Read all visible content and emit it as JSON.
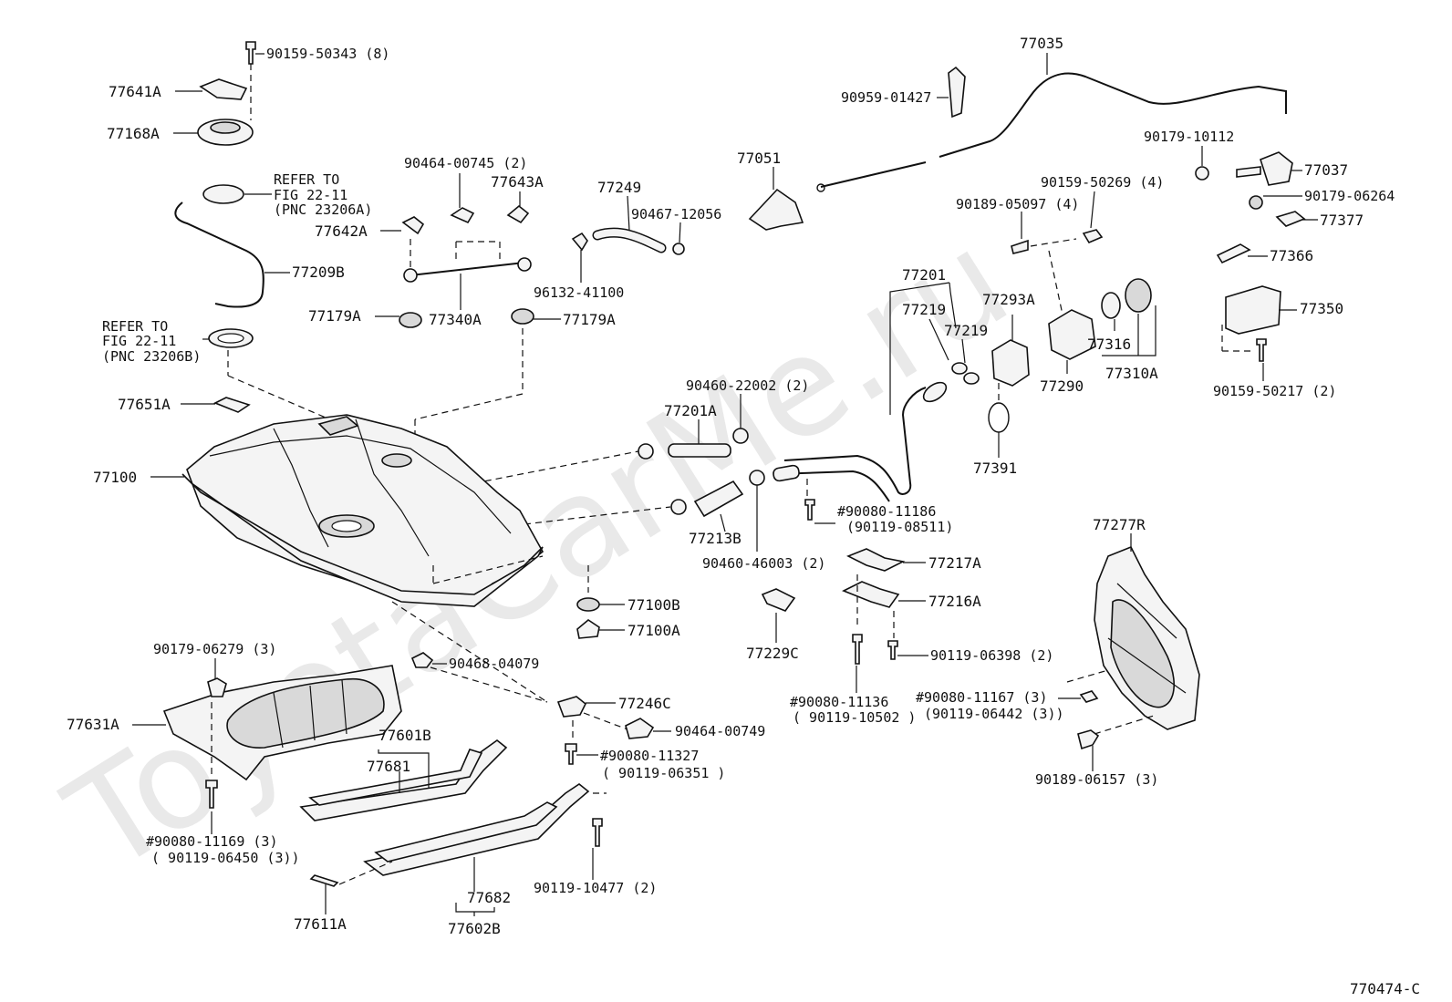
{
  "watermark": "ToyotaCarMe.ru",
  "diagram_code": "770474-C",
  "labels": {
    "p1": "90159-50343 (8)",
    "p2": "77641A",
    "p3": "77168A",
    "p4a": "REFER TO",
    "p4b": "FIG 22-11",
    "p4c": "(PNC 23206A)",
    "p5": "77209B",
    "p6a": "REFER TO",
    "p6b": "FIG 22-11",
    "p6c": "(PNC 23206B)",
    "p7": "77651A",
    "p8": "77100",
    "p9": "90464-00745 (2)",
    "p10": "77643A",
    "p11": "77642A",
    "p12": "77249",
    "p13": "90467-12056",
    "p14": "77051",
    "p15": "96132-41100",
    "p16": "77179A",
    "p17": "77340A",
    "p18": "77179A",
    "p19": "77035",
    "p20": "90959-01427",
    "p21": "90179-10112",
    "p22": "77037",
    "p23": "90179-06264",
    "p24": "77377",
    "p25": "90159-50269 (4)",
    "p26": "90189-05097 (4)",
    "p27": "77366",
    "p28": "77201",
    "p29": "77219",
    "p30": "77219",
    "p31": "77293A",
    "p32": "77290",
    "p33": "77316",
    "p34": "77310A",
    "p35": "77350",
    "p36": "90159-50217 (2)",
    "p37": "90460-22002 (2)",
    "p38": "77201A",
    "p39": "77391",
    "p40": "#90080-11186",
    "p41": "(90119-08511)",
    "p42": "77213B",
    "p43": "90460-46003 (2)",
    "p44": "77217A",
    "p45": "77216A",
    "p46": "77229C",
    "p47": "77100B",
    "p48": "77100A",
    "p49": "90119-06398 (2)",
    "p50": "77277R",
    "p51": "90179-06279 (3)",
    "p52": "90468-04079",
    "p53": "77631A",
    "p54": "77246C",
    "p55": "90464-00749",
    "p56": "77601B",
    "p57": "77681",
    "p58": "#90080-11327",
    "p59": "( 90119-06351  )",
    "p60": "#90080-11136",
    "p61": "( 90119-10502 )",
    "p62": "#90080-11167 (3)",
    "p63": "(90119-06442 (3))",
    "p64": "90189-06157 (3)",
    "p65": "#90080-11169 (3)",
    "p66": "( 90119-06450 (3))",
    "p67": "90119-10477 (2)",
    "p68": "77682",
    "p69": "77611A",
    "p70": "77602B"
  }
}
